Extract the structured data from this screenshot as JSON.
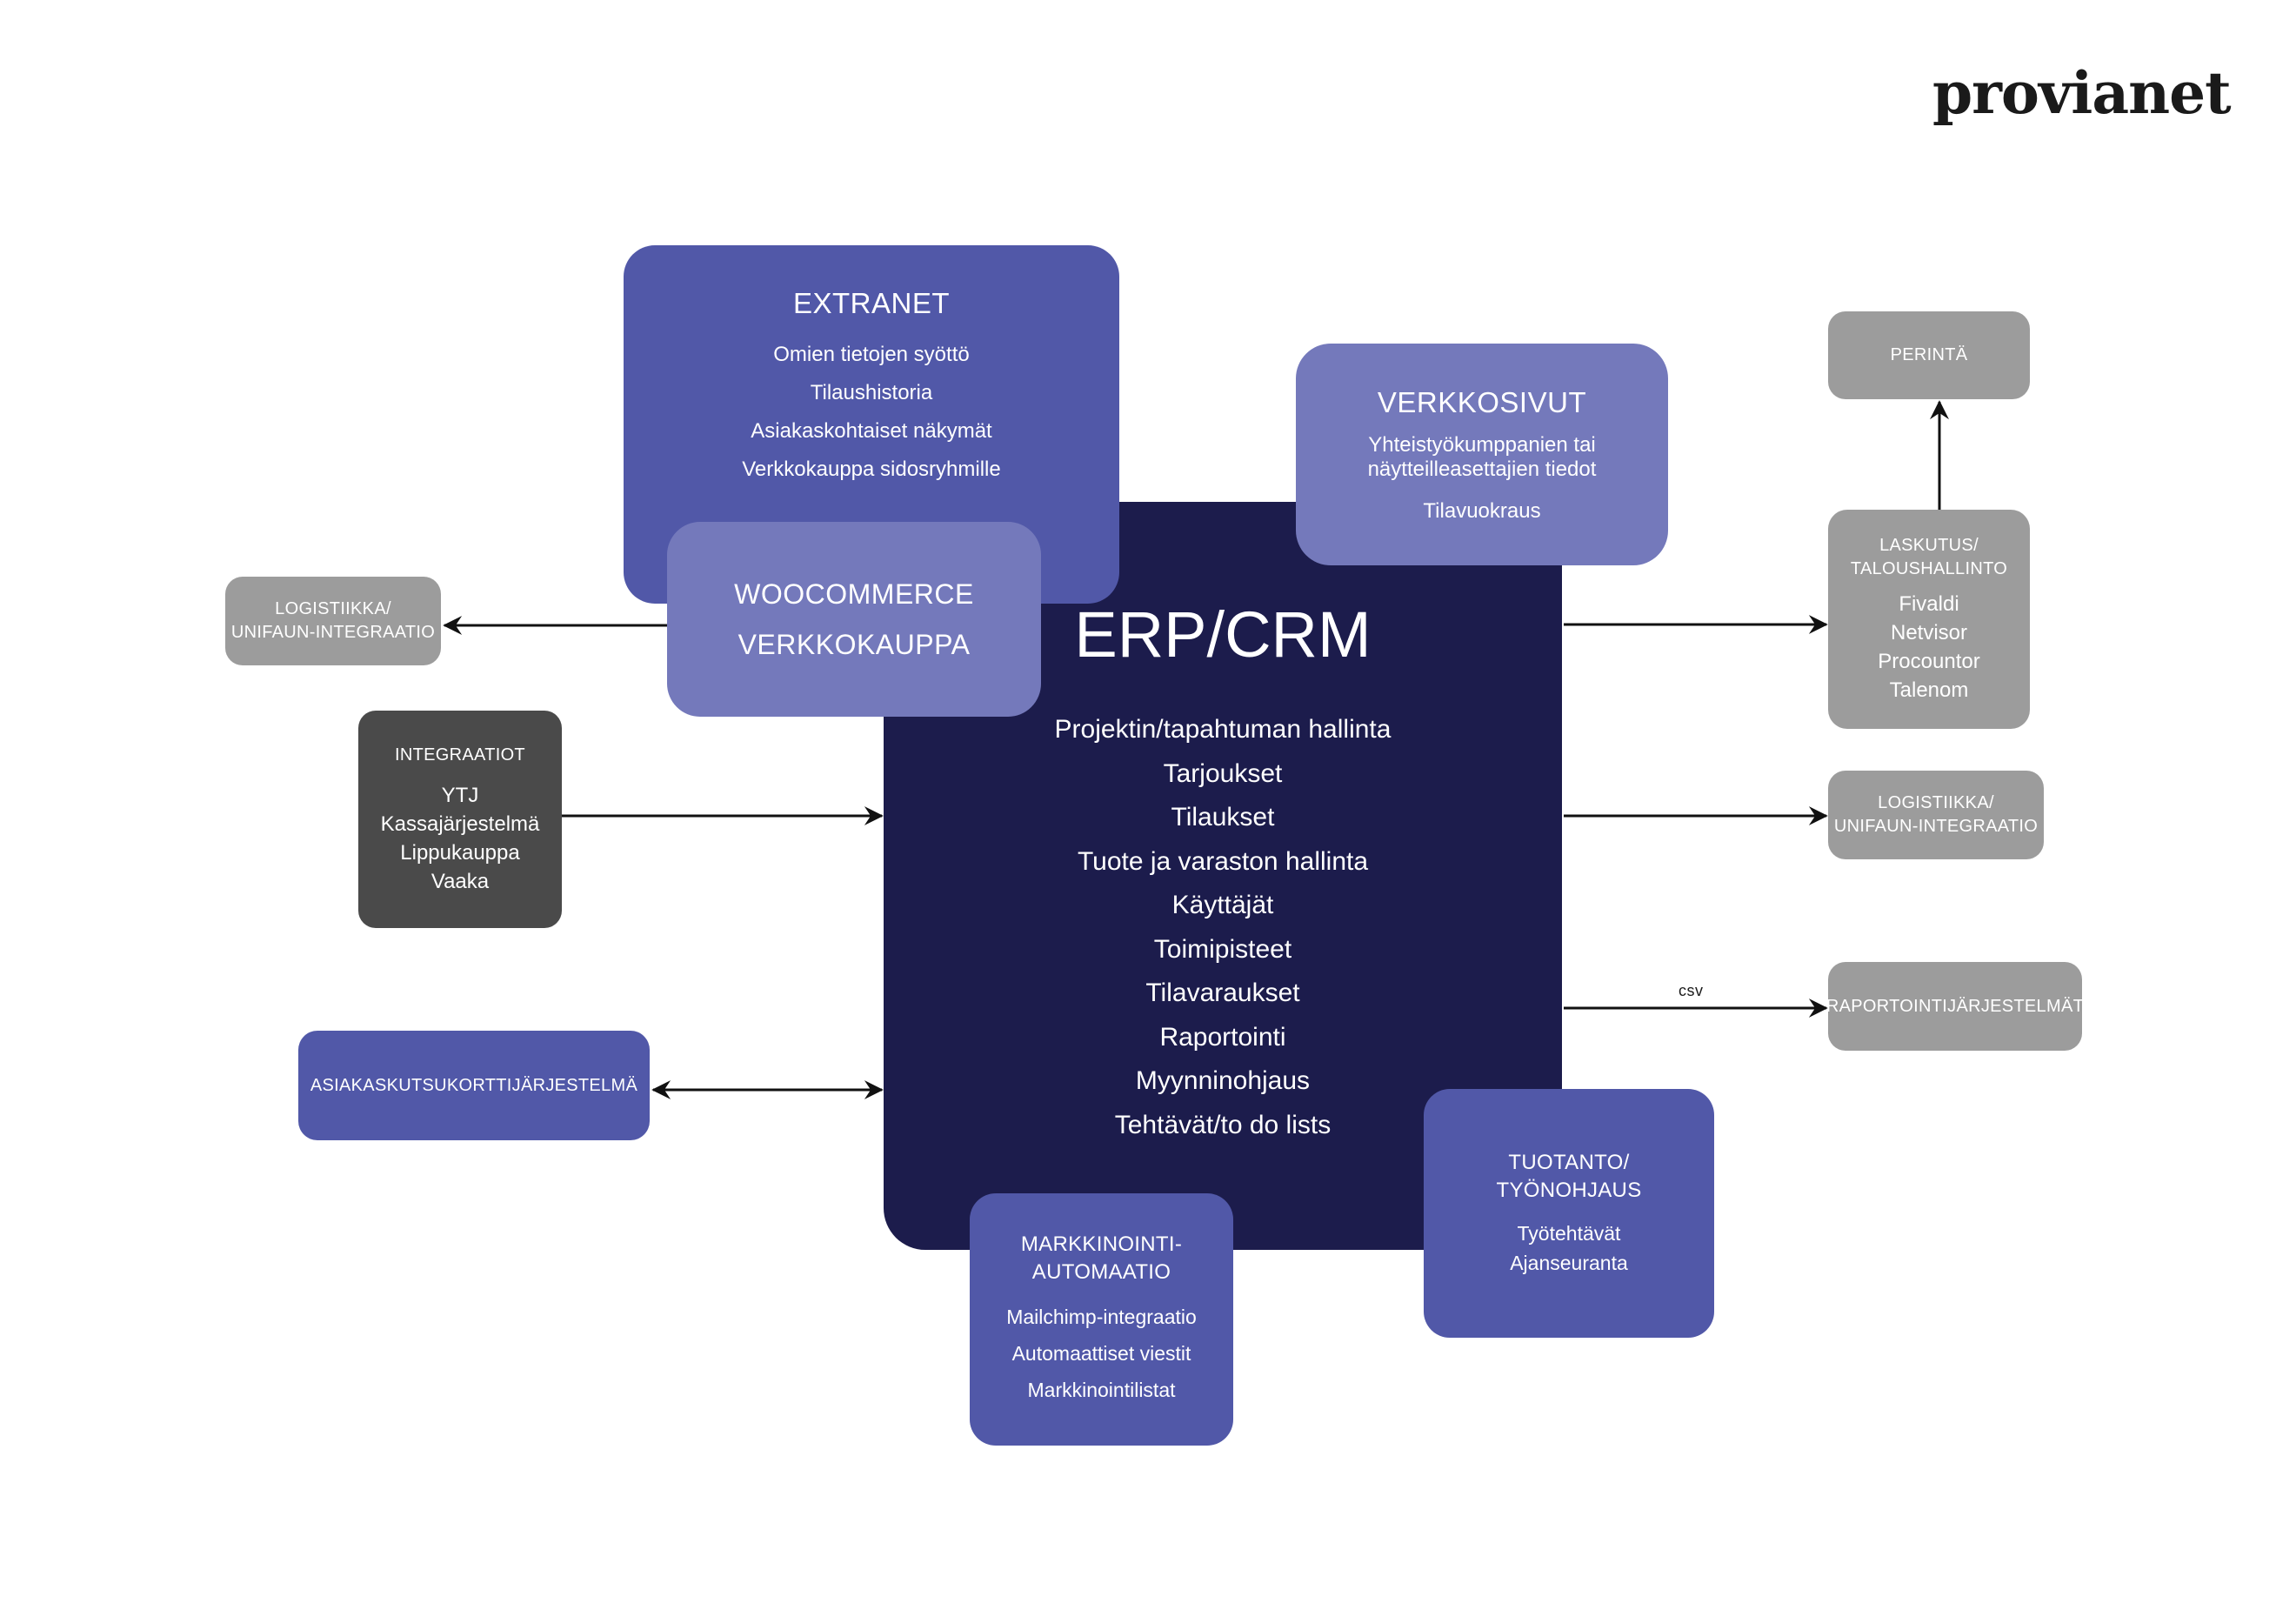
{
  "brand": {
    "logo_text": "provianet"
  },
  "erp": {
    "title": "ERP/CRM",
    "items": [
      "Projektin/tapahtuman hallinta",
      "Tarjoukset",
      "Tilaukset",
      "Tuote ja varaston hallinta",
      "Käyttäjät",
      "Toimipisteet",
      "Tilavaraukset",
      "Raportointi",
      "Myynninohjaus",
      "Tehtävät/to do lists"
    ]
  },
  "extranet": {
    "title": "EXTRANET",
    "items": [
      "Omien tietojen syöttö",
      "Tilaushistoria",
      "Asiakaskohtaiset näkymät",
      "Verkkokauppa sidosryhmille"
    ]
  },
  "woocommerce": {
    "line1": "WOOCOMMERCE",
    "line2": "VERKKOKAUPPA"
  },
  "verkkosivut": {
    "title": "VERKKOSIVUT",
    "desc_line1": "Yhteistyökumppanien tai",
    "desc_line2": "näytteilleasettajien tiedot",
    "desc2": "Tilavuokraus"
  },
  "perinta": {
    "title": "PERINTÄ"
  },
  "laskutus": {
    "title_line1": "LASKUTUS/",
    "title_line2": "TALOUSHALLINTO",
    "items": [
      "Fivaldi",
      "Netvisor",
      "Procountor",
      "Talenom"
    ]
  },
  "logistiikka_right": {
    "line1": "LOGISTIIKKA/",
    "line2": "UNIFAUN-INTEGRAATIO"
  },
  "logistiikka_left": {
    "line1": "LOGISTIIKKA/",
    "line2": "UNIFAUN-INTEGRAATIO"
  },
  "raportointi": {
    "title": "RAPORTOINTIJÄRJESTELMÄT",
    "connector_label": "csv"
  },
  "integraatiot": {
    "title": "INTEGRAATIOT",
    "items": [
      "YTJ",
      "Kassajärjestelmä",
      "Lippukauppa",
      "Vaaka"
    ]
  },
  "asiakaskutsu": {
    "title": "ASIAKASKUTSUKORTTIJÄRJESTELMÄ"
  },
  "markkinointi": {
    "title_line1": "MARKKINOINTI-",
    "title_line2": "AUTOMAATIO",
    "items": [
      "Mailchimp-integraatio",
      "Automaattiset viestit",
      "Markkinointilistat"
    ]
  },
  "tuotanto": {
    "title_line1": "TUOTANTO/",
    "title_line2": "TYÖNOHJAUS",
    "items": [
      "Työtehtävät",
      "Ajanseuranta"
    ]
  },
  "colors": {
    "navy": "#1c1c4c",
    "blue": "#5158a8",
    "light_blue": "#7479bb",
    "gray": "#9c9c9c",
    "dark_gray": "#4a4a4a",
    "arrow": "#111111"
  }
}
